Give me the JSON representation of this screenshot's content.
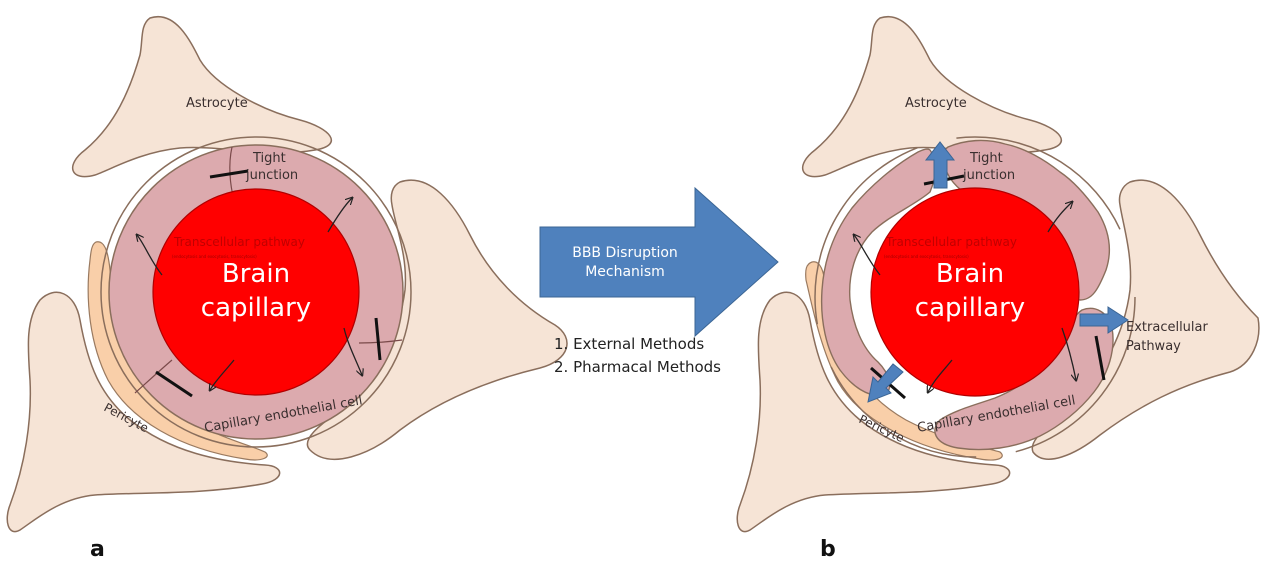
{
  "panel_a": {
    "letter": "a",
    "astrocyte": "Astrocyte",
    "tight_junction_line1": "Tight",
    "tight_junction_line2": "junction",
    "transcellular": "Transcellular pathway",
    "transcellular_sub": "(endocytosis and exocytosis, transcytosis)",
    "brain_line1": "Brain",
    "brain_line2": "capillary",
    "endothelial": "Capillary endothelial cell",
    "pericyte": "Pericyte"
  },
  "panel_b": {
    "letter": "b",
    "astrocyte": "Astrocyte",
    "tight_junction_line1": "Tight",
    "tight_junction_line2": "junction",
    "transcellular": "Transcellular pathway",
    "transcellular_sub": "(endocytosis and exocytosis, transcytosis)",
    "brain_line1": "Brain",
    "brain_line2": "capillary",
    "endothelial": "Capillary endothelial cell",
    "pericyte": "Pericyte",
    "extracellular_line1": "Extracellular",
    "extracellular_line2": "Pathway"
  },
  "center": {
    "arrow_line1": "BBB Disruption",
    "arrow_line2": "Mechanism",
    "method1": "1. External Methods",
    "method2": "2. Pharmacal Methods"
  },
  "colors": {
    "astrocyte_fill": "#f6e4d6",
    "endothelial_fill": "#dcaaae",
    "capillary_fill": "#ff0000",
    "pericyte_fill": "#f9cfa9",
    "arrow_fill": "#4f81bd"
  }
}
